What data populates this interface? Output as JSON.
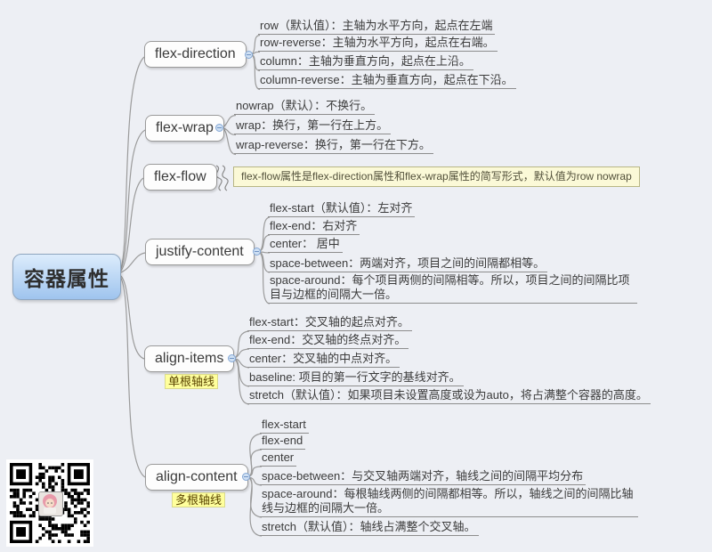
{
  "root": {
    "label": "容器属性"
  },
  "branches": [
    {
      "label": "flex-direction",
      "children": [
        {
          "text": "row（默认值）：主轴为水平方向，起点在左端"
        },
        {
          "text": "row-reverse：主轴为水平方向，起点在右端。"
        },
        {
          "text": "column：主轴为垂直方向，起点在上沿。"
        },
        {
          "text": "column-reverse：主轴为垂直方向，起点在下沿。"
        }
      ]
    },
    {
      "label": "flex-wrap",
      "children": [
        {
          "text": "nowrap（默认）：不换行。"
        },
        {
          "text": "wrap：换行，第一行在上方。"
        },
        {
          "text": "wrap-reverse：换行，第一行在下方。"
        }
      ]
    },
    {
      "label": "flex-flow",
      "note": "flex-flow属性是flex-direction属性和flex-wrap属性的简写形式，默认值为row nowrap"
    },
    {
      "label": "justify-content",
      "children": [
        {
          "text": "flex-start（默认值）：左对齐"
        },
        {
          "text": "flex-end：右对齐"
        },
        {
          "text": "center： 居中"
        },
        {
          "text": "space-between：两端对齐，项目之间的间隔都相等。"
        },
        {
          "text": "space-around：每个项目两侧的间隔相等。所以，项目之间的间隔比项目与边框的间隔大一倍。"
        }
      ]
    },
    {
      "label": "align-items",
      "sublabel": "单根轴线",
      "children": [
        {
          "text": "flex-start：交叉轴的起点对齐。"
        },
        {
          "text": "flex-end：交叉轴的终点对齐。"
        },
        {
          "text": "center：交叉轴的中点对齐。"
        },
        {
          "text": "baseline: 项目的第一行文字的基线对齐。"
        },
        {
          "text": "stretch（默认值）：如果项目未设置高度或设为auto，将占满整个容器的高度。"
        }
      ]
    },
    {
      "label": "align-content",
      "sublabel": "多根轴线",
      "children": [
        {
          "text": "flex-start"
        },
        {
          "text": "flex-end"
        },
        {
          "text": "center"
        },
        {
          "text": "space-between：与交叉轴两端对齐，轴线之间的间隔平均分布"
        },
        {
          "text": "space-around：每根轴线两侧的间隔都相等。所以，轴线之间的间隔比轴线与边框的间隔大一倍。"
        },
        {
          "text": "stretch（默认值）：轴线占满整个交叉轴。"
        }
      ]
    }
  ],
  "colors": {
    "background": "#edeff4",
    "root_gradient_top": "#dcecfc",
    "root_gradient_bottom": "#9fc4ee",
    "node_border": "#9a9a9a",
    "connector_line": "#9b9b9b",
    "note_background": "#fbf9d7",
    "label_background": "#ffff9c",
    "collapse_dot_fill": "#cfe0f3",
    "collapse_dot_border": "#85a8d6",
    "qr_module": "#000000"
  },
  "icons": {
    "collapse": "minus-in-circle",
    "qr": "qr-code",
    "avatar": "anime-avatar"
  }
}
